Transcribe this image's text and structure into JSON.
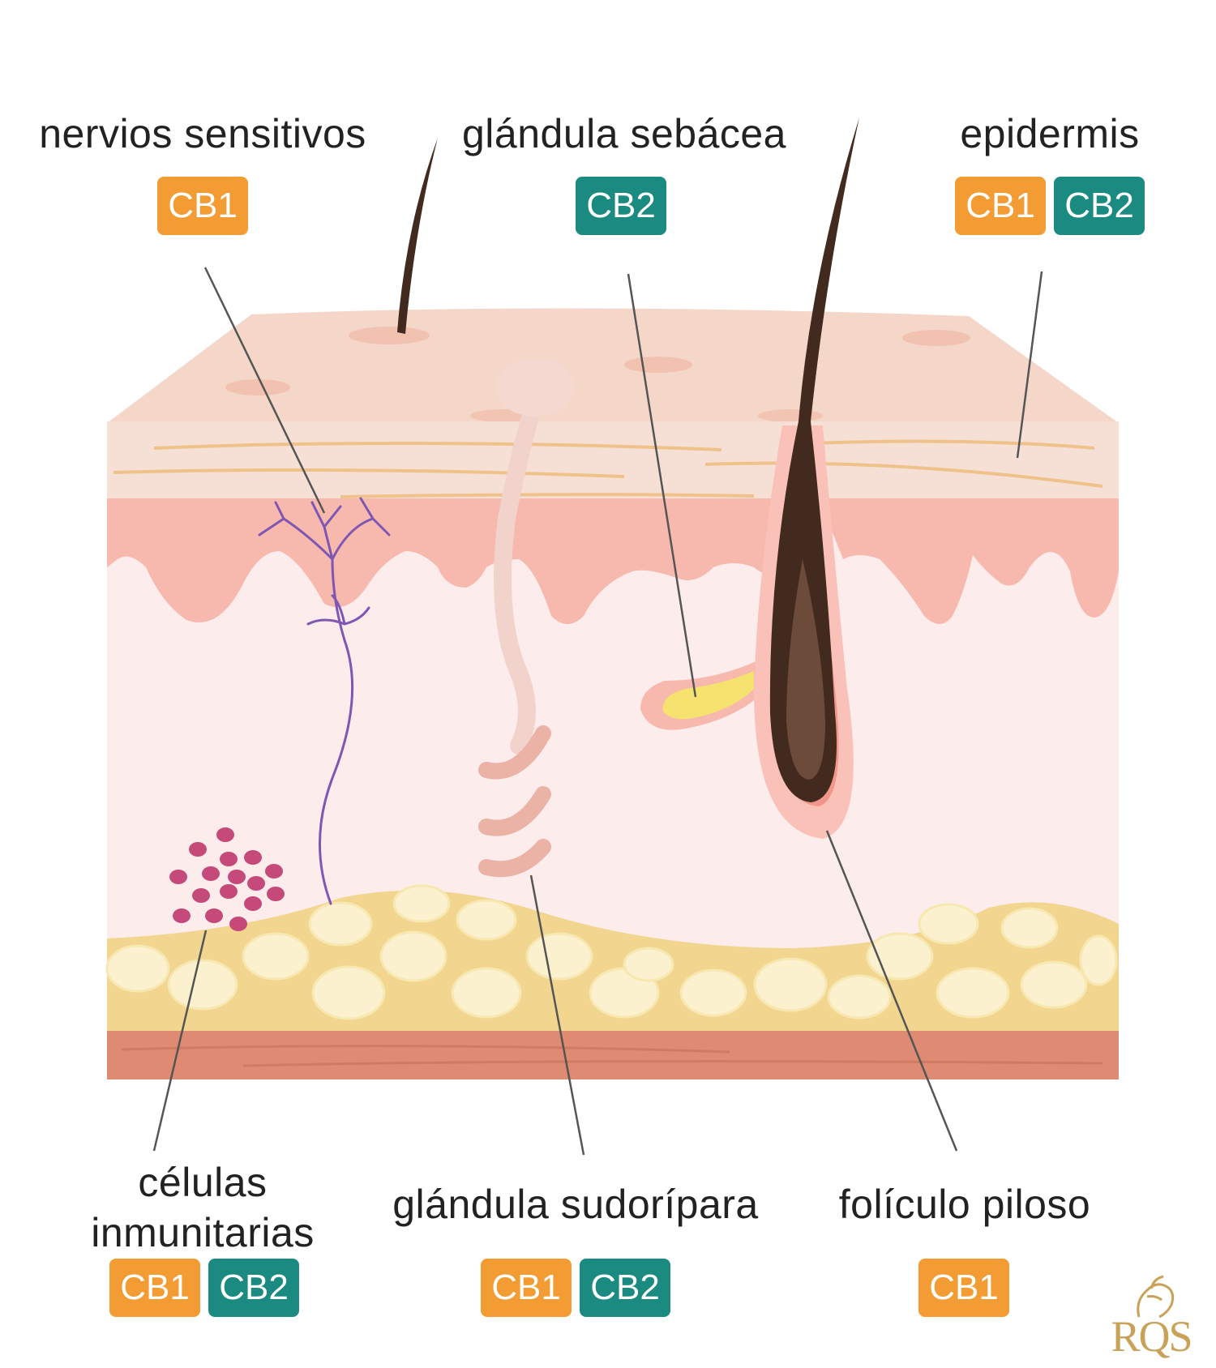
{
  "labels": {
    "nervios": {
      "text": "nervios sensitivos",
      "badges": [
        "CB1"
      ]
    },
    "sebacea": {
      "text": "glándula sebácea",
      "badges": [
        "CB2"
      ]
    },
    "epidermis": {
      "text": "epidermis",
      "badges": [
        "CB1",
        "CB2"
      ]
    },
    "celulas": {
      "line1": "células",
      "line2": "inmunitarias",
      "badges": [
        "CB1",
        "CB2"
      ]
    },
    "sudoripara": {
      "text": "glándula sudorípara",
      "badges": [
        "CB1",
        "CB2"
      ]
    },
    "foliculo": {
      "text": "folículo piloso",
      "badges": [
        "CB1"
      ]
    }
  },
  "badge_colors": {
    "CB1": "#f39c33",
    "CB2": "#1b8a80"
  },
  "logo": {
    "text": "RQS",
    "icon": "lion-icon"
  }
}
